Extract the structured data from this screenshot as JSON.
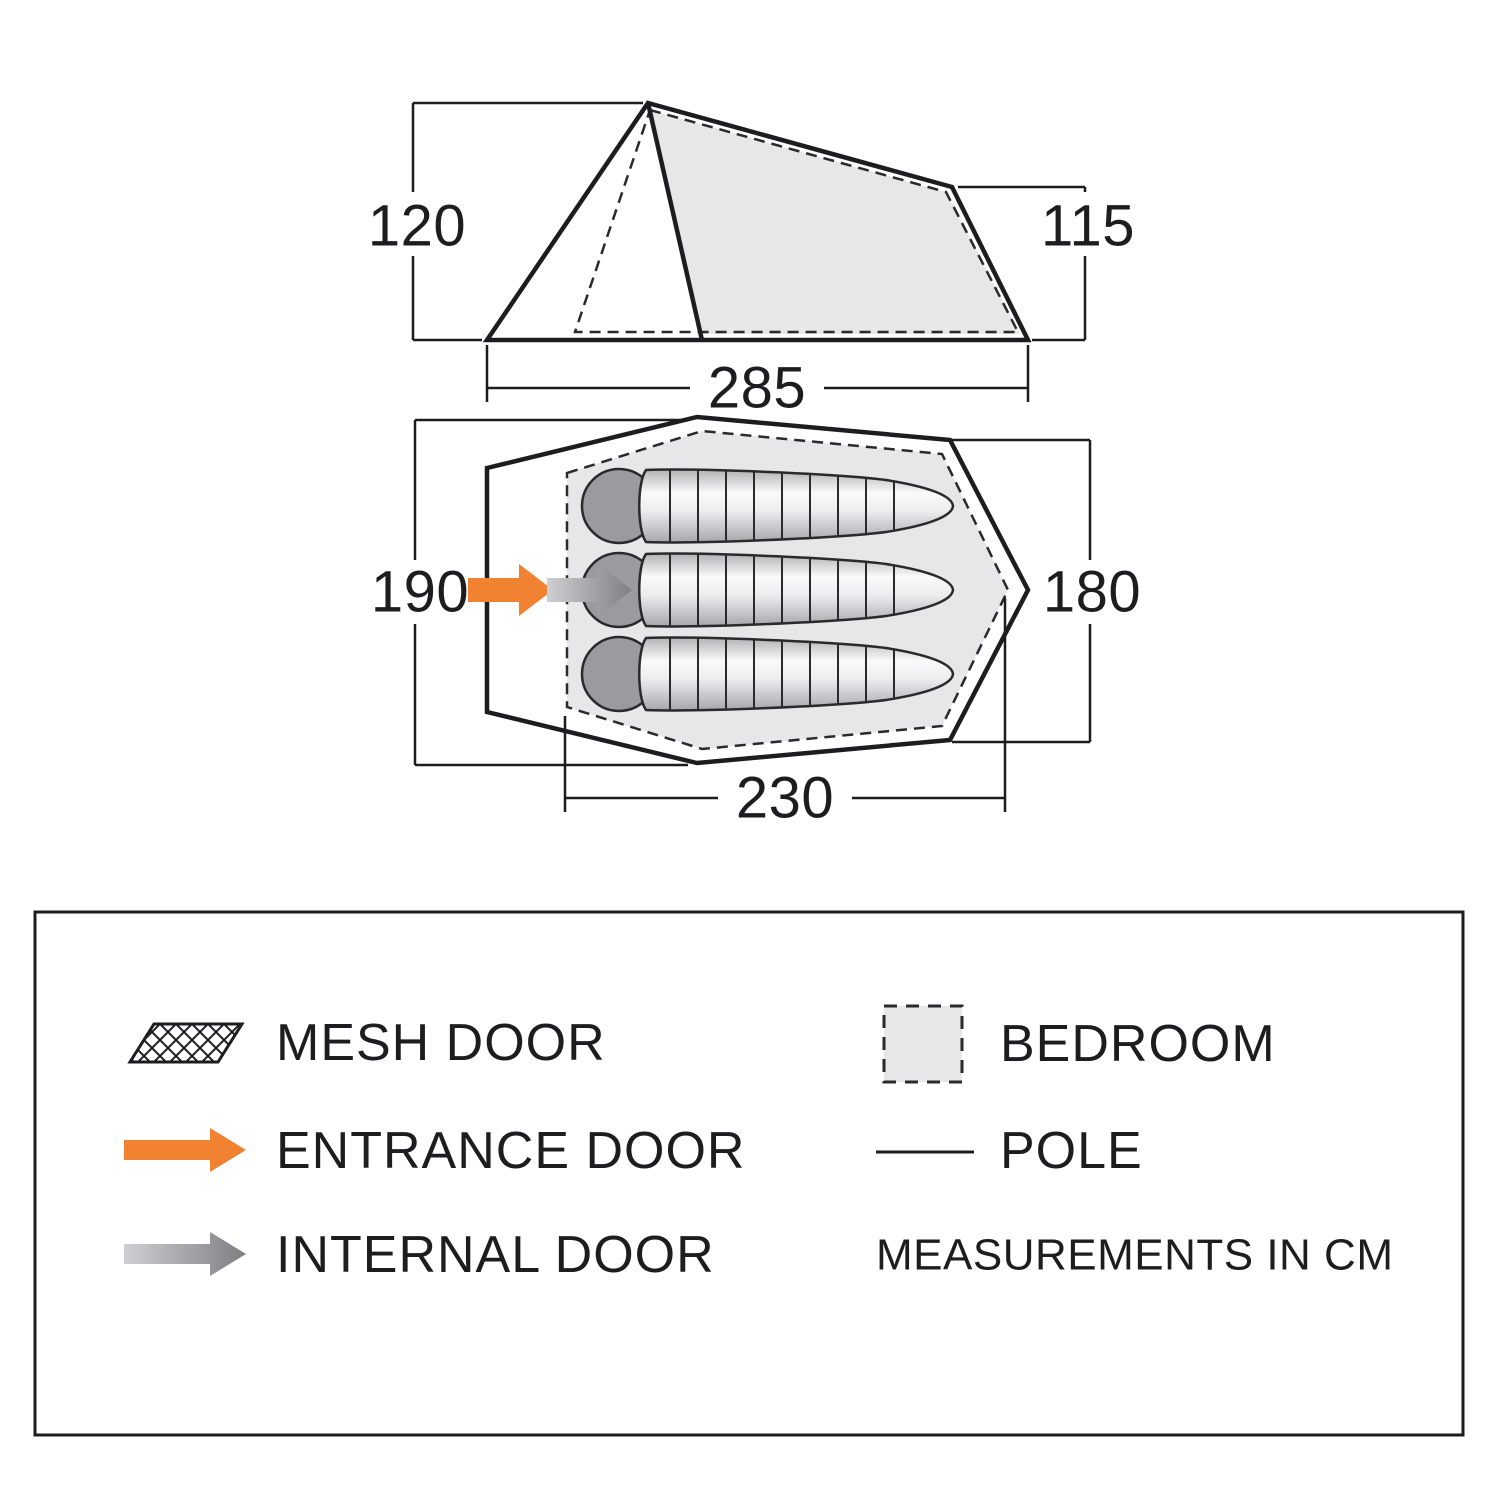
{
  "side_view": {
    "height_left_cm": "120",
    "height_right_cm": "115",
    "length_cm": "285"
  },
  "floor_plan": {
    "width_left_cm": "190",
    "width_right_cm": "180",
    "bedroom_length_cm": "230"
  },
  "legend": {
    "mesh_door_label": "MESH DOOR",
    "entrance_door_label": "ENTRANCE DOOR",
    "internal_door_label": "INTERNAL DOOR",
    "bedroom_label": "BEDROOM",
    "pole_label": "POLE",
    "measurements_note": "MEASUREMENTS IN CM"
  },
  "colors": {
    "entrance_orange": "#f08232",
    "internal_grey": "#95959a",
    "bedroom_fill": "#e7e7ea",
    "pillow_grey": "#9a9a9f",
    "outline": "#1d1d1f"
  }
}
